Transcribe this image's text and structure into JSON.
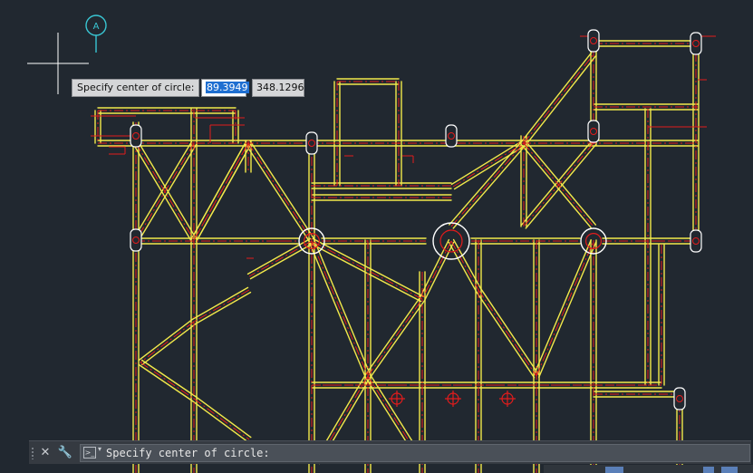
{
  "drawing": {
    "ucs_marker_label": "A",
    "colors": {
      "background": "#212830",
      "frame": "#f2e94a",
      "centerline": "#e31c1c",
      "cursor": "#ffffff",
      "marker": "#39c6d3"
    }
  },
  "dynamic_input": {
    "prompt": "Specify center of circle:",
    "x_value": "89.3949",
    "y_value": "348.1296"
  },
  "command_line": {
    "close_icon": "close-icon",
    "customize_icon": "wrench-icon",
    "prompt_icon": "command-prompt-icon",
    "text": "Specify center of circle:"
  }
}
